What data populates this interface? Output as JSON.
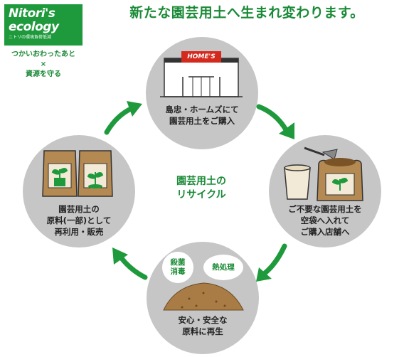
{
  "logo": {
    "line1": "Nitori's",
    "line2": "ecology",
    "line3": "ニトリの環境負荷低減"
  },
  "tagline": {
    "line1": "つかいおわったあと",
    "line2": "×",
    "line3": "資源を守る"
  },
  "headline": "新たな園芸用土へ生まれ変わります。",
  "center": {
    "line1": "園芸用土の",
    "line2": "リサイクル"
  },
  "steps": {
    "top": {
      "sign": "HOME'S",
      "line1": "島忠・ホームズにて",
      "line2": "園芸用土をご購入"
    },
    "right": {
      "line1": "ご不要な園芸用土を",
      "line2": "空袋へ入れて",
      "line3": "ご購入店舗へ"
    },
    "bottom": {
      "bubble1_l1": "殺菌",
      "bubble1_l2": "消毒",
      "bubble2": "熱処理",
      "line1": "安心・安全な",
      "line2": "原料に再生"
    },
    "left": {
      "line1": "園芸用土の",
      "line2": "原料(一部)として",
      "line3": "再利用・販売"
    }
  },
  "colors": {
    "green": "#1a8a36",
    "logo_green": "#1e9a3c",
    "circle_gray": "#c6c6c6",
    "sign_red": "#d42a1e",
    "bag_brown": "#b48a52",
    "soil_brown": "#9c7440"
  }
}
